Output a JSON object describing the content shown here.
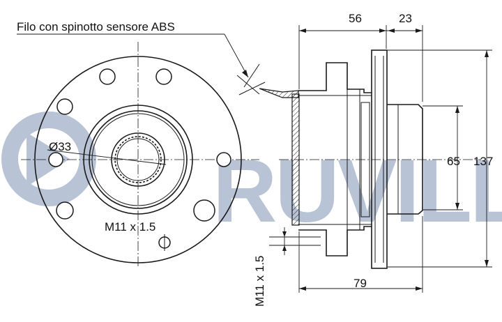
{
  "watermark": {
    "brand_text": "RUVILLE",
    "color": "#b9c3d6"
  },
  "annotation": {
    "sensor_wire": "Filo con spinotto sensore ABS"
  },
  "dimensions": {
    "bore_diameter": "Ø33",
    "thread_front": "M11 x 1.5",
    "thread_side": "M11 x 1.5",
    "flange_width": "56",
    "pilot_width": "23",
    "pilot_diameter": "65",
    "flange_diameter": "137",
    "overall_width": "79"
  },
  "colors": {
    "line": "#1a1a1a",
    "background": "#ffffff"
  }
}
